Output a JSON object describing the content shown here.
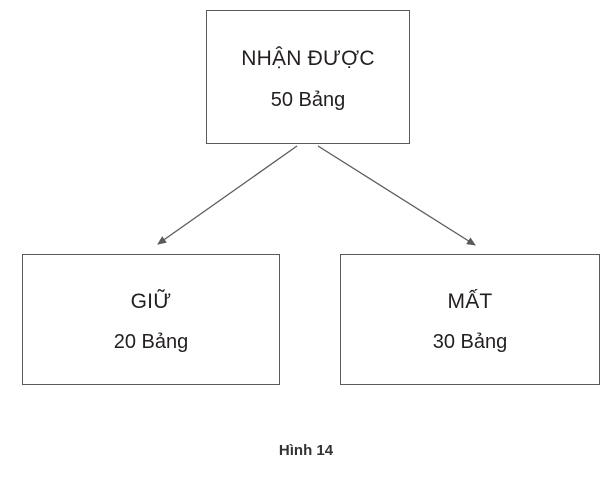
{
  "diagram": {
    "root": {
      "title": "NHẬN ĐƯỢC",
      "value": "50 Bảng"
    },
    "children": [
      {
        "title": "GIỮ",
        "value": "20 Bảng"
      },
      {
        "title": "MẤT",
        "value": "30 Bảng"
      }
    ],
    "caption": "Hình 14",
    "colors": {
      "stroke": "#5a5a5a",
      "text": "#231f20"
    }
  }
}
